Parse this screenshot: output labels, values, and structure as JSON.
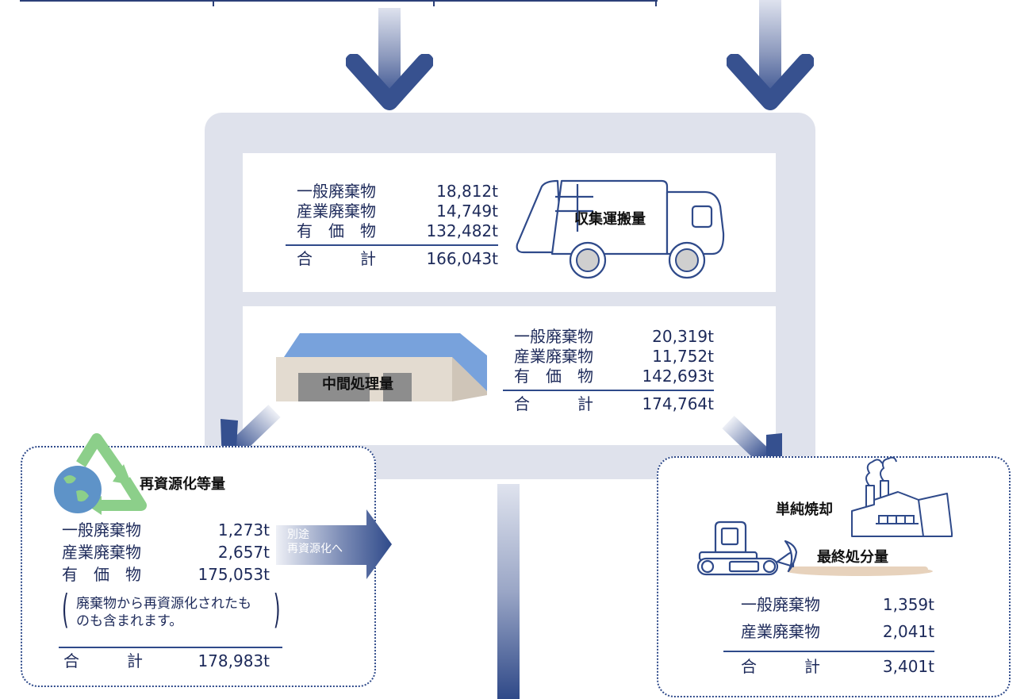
{
  "collection": {
    "label": "収集運搬量",
    "rows": [
      {
        "label": "一般廃棄物",
        "value": "18,812t"
      },
      {
        "label": "産業廃棄物",
        "value": "14,749t"
      },
      {
        "label": "有　価　物",
        "value": "132,482t"
      }
    ],
    "total": {
      "label": "合　　　計",
      "value": "166,043t"
    }
  },
  "intermediate": {
    "label": "中間処理量",
    "rows": [
      {
        "label": "一般廃棄物",
        "value": "20,319t"
      },
      {
        "label": "産業廃棄物",
        "value": "11,752t"
      },
      {
        "label": "有　価　物",
        "value": "142,693t"
      }
    ],
    "total": {
      "label": "合　　　計",
      "value": "174,764t"
    }
  },
  "recycling": {
    "label": "再資源化等量",
    "rows": [
      {
        "label": "一般廃棄物",
        "value": "1,273t"
      },
      {
        "label": "産業廃棄物",
        "value": "2,657t"
      },
      {
        "label": "有　価　物",
        "value": "175,053t"
      }
    ],
    "note": "廃棄物から再資源化されたものも含まれます。",
    "total": {
      "label": "合　　　計",
      "value": "178,983t"
    }
  },
  "separate_arrow": {
    "line1": "別途",
    "line2": "再資源化へ"
  },
  "final": {
    "incineration_label": "単純焼却",
    "label": "最終処分量",
    "rows": [
      {
        "label": "一般廃棄物",
        "value": "1,359t"
      },
      {
        "label": "産業廃棄物",
        "value": "2,041t"
      }
    ],
    "total": {
      "label": "合　　　計",
      "value": "3,401t"
    }
  },
  "colors": {
    "accent": "#2f4a8a",
    "panel": "#dfe2ec",
    "roof": "#6f9bd8",
    "wall": "#e1d8cc",
    "door": "#8a8a8a",
    "sand": "#e7d2bc"
  }
}
